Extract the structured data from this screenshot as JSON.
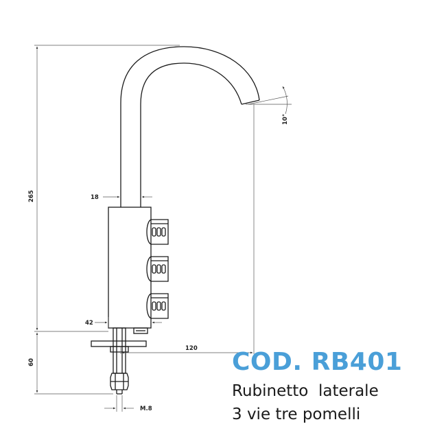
{
  "product": {
    "code": "COD. RB401",
    "description_line1": "Rubinetto  laterale",
    "description_line2": "3 vie tre pomelli",
    "code_color": "#4a9fd8"
  },
  "dimensions": {
    "total_height": "265",
    "spout_diameter": "18",
    "angle": "10°",
    "reach": "120",
    "body_offset": "42",
    "shank_length": "60",
    "thread": "M.8"
  },
  "colors": {
    "line": "#1a1a1a",
    "dim_line": "#555555"
  }
}
